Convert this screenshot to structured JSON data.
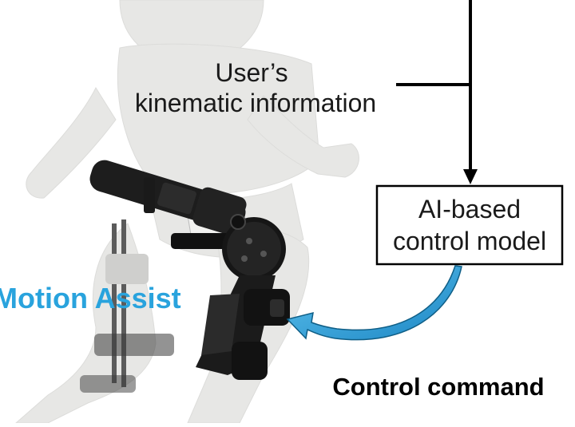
{
  "diagram": {
    "kinematic_label_line1": "User’s",
    "kinematic_label_line2": "kinematic information",
    "ai_box_line1": "AI-based",
    "ai_box_line2": "control model",
    "motion_assist_label": "Motion Assist",
    "control_command_label": "Control command"
  },
  "colors": {
    "accent_blue": "#29a3dd",
    "arrow_dark": "#0f5e86",
    "line_black": "#000000",
    "figure_fill": "#e6e6e4",
    "device_black": "#1d1d1d"
  },
  "icons": {
    "figure": "mannequin-figure",
    "device": "knee-exoskeleton-device"
  }
}
